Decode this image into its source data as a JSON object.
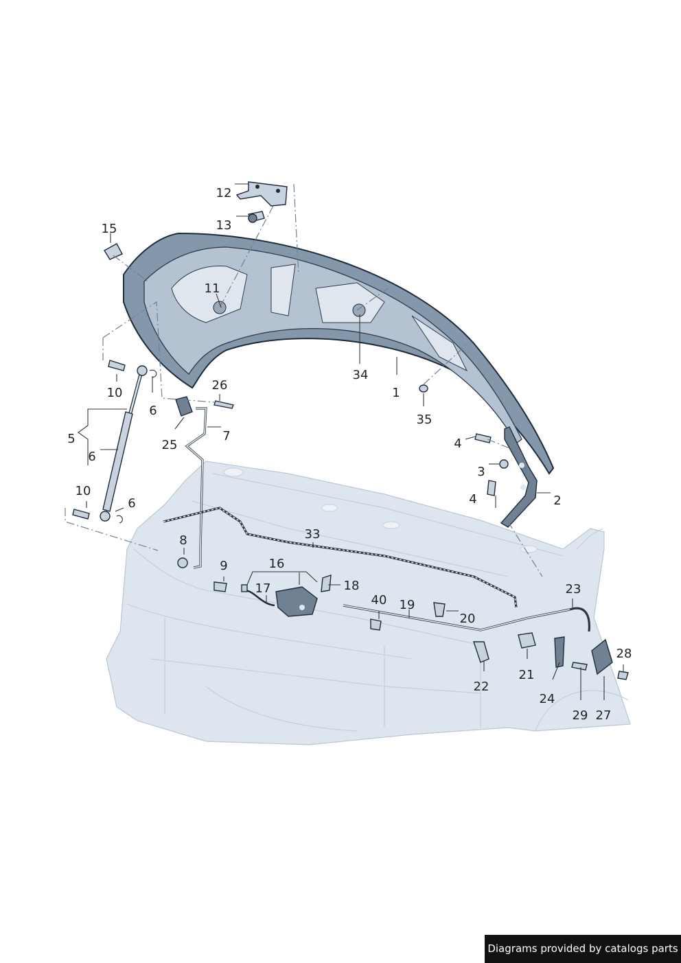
{
  "callouts": [
    {
      "id": "c1",
      "text": "1"
    },
    {
      "id": "c2",
      "text": "2"
    },
    {
      "id": "c3",
      "text": "3"
    },
    {
      "id": "c4a",
      "text": "4"
    },
    {
      "id": "c4b",
      "text": "4"
    },
    {
      "id": "c5",
      "text": "5"
    },
    {
      "id": "c6a",
      "text": "6"
    },
    {
      "id": "c6b",
      "text": "6"
    },
    {
      "id": "c6c",
      "text": "6"
    },
    {
      "id": "c7",
      "text": "7"
    },
    {
      "id": "c8",
      "text": "8"
    },
    {
      "id": "c9",
      "text": "9"
    },
    {
      "id": "c10a",
      "text": "10"
    },
    {
      "id": "c10b",
      "text": "10"
    },
    {
      "id": "c11",
      "text": "11"
    },
    {
      "id": "c12",
      "text": "12"
    },
    {
      "id": "c13",
      "text": "13"
    },
    {
      "id": "c15",
      "text": "15"
    },
    {
      "id": "c16",
      "text": "16"
    },
    {
      "id": "c17",
      "text": "17"
    },
    {
      "id": "c18",
      "text": "18"
    },
    {
      "id": "c19",
      "text": "19"
    },
    {
      "id": "c20",
      "text": "20"
    },
    {
      "id": "c21",
      "text": "21"
    },
    {
      "id": "c22",
      "text": "22"
    },
    {
      "id": "c23",
      "text": "23"
    },
    {
      "id": "c24",
      "text": "24"
    },
    {
      "id": "c25",
      "text": "25"
    },
    {
      "id": "c26",
      "text": "26"
    },
    {
      "id": "c27",
      "text": "27"
    },
    {
      "id": "c28",
      "text": "28"
    },
    {
      "id": "c29",
      "text": "29"
    },
    {
      "id": "c33",
      "text": "33"
    },
    {
      "id": "c34",
      "text": "34"
    },
    {
      "id": "c35",
      "text": "35"
    },
    {
      "id": "c40",
      "text": "40"
    }
  ],
  "credit": "Diagrams provided by catalogs parts"
}
